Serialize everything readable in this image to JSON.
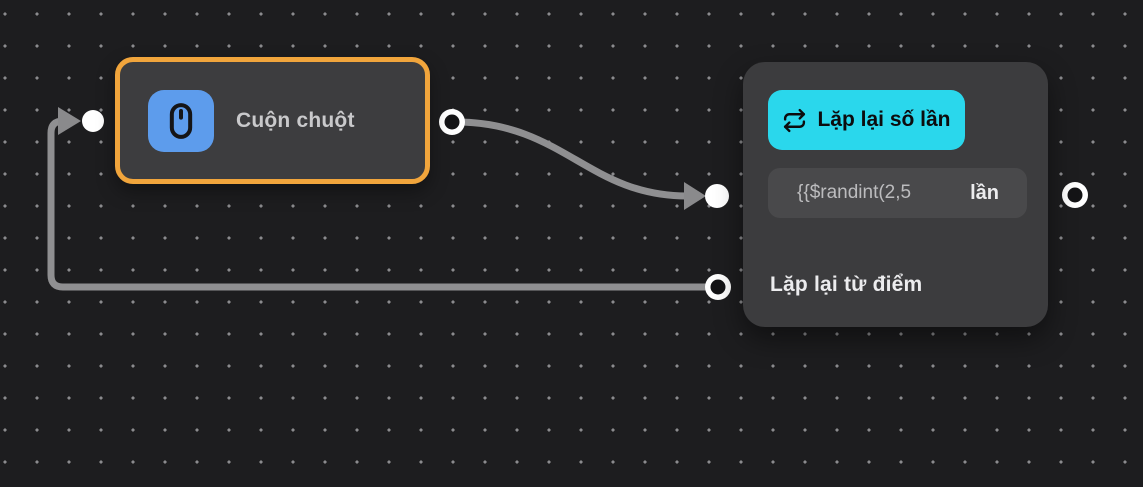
{
  "canvas": {
    "background": "#1d1d1f",
    "dot_color": "#8b8b8e",
    "wire_color": "#8f8f91",
    "port_fill": "#ffffff",
    "port_hole": "#141416"
  },
  "nodes": {
    "scroll_mouse": {
      "title": "Cuộn chuột",
      "accent_border": "#F1A53C",
      "icon": "mouse-icon",
      "icon_bg": "#5D9CEC"
    },
    "repeat_loop": {
      "header": {
        "label": "Lặp lại số lần",
        "icon": "repeat-icon",
        "bg": "#2AD7EC"
      },
      "count_field": {
        "value": "{{$randint(2,5",
        "suffix": "lần"
      },
      "loop_from_label": "Lặp lại từ điểm"
    }
  }
}
